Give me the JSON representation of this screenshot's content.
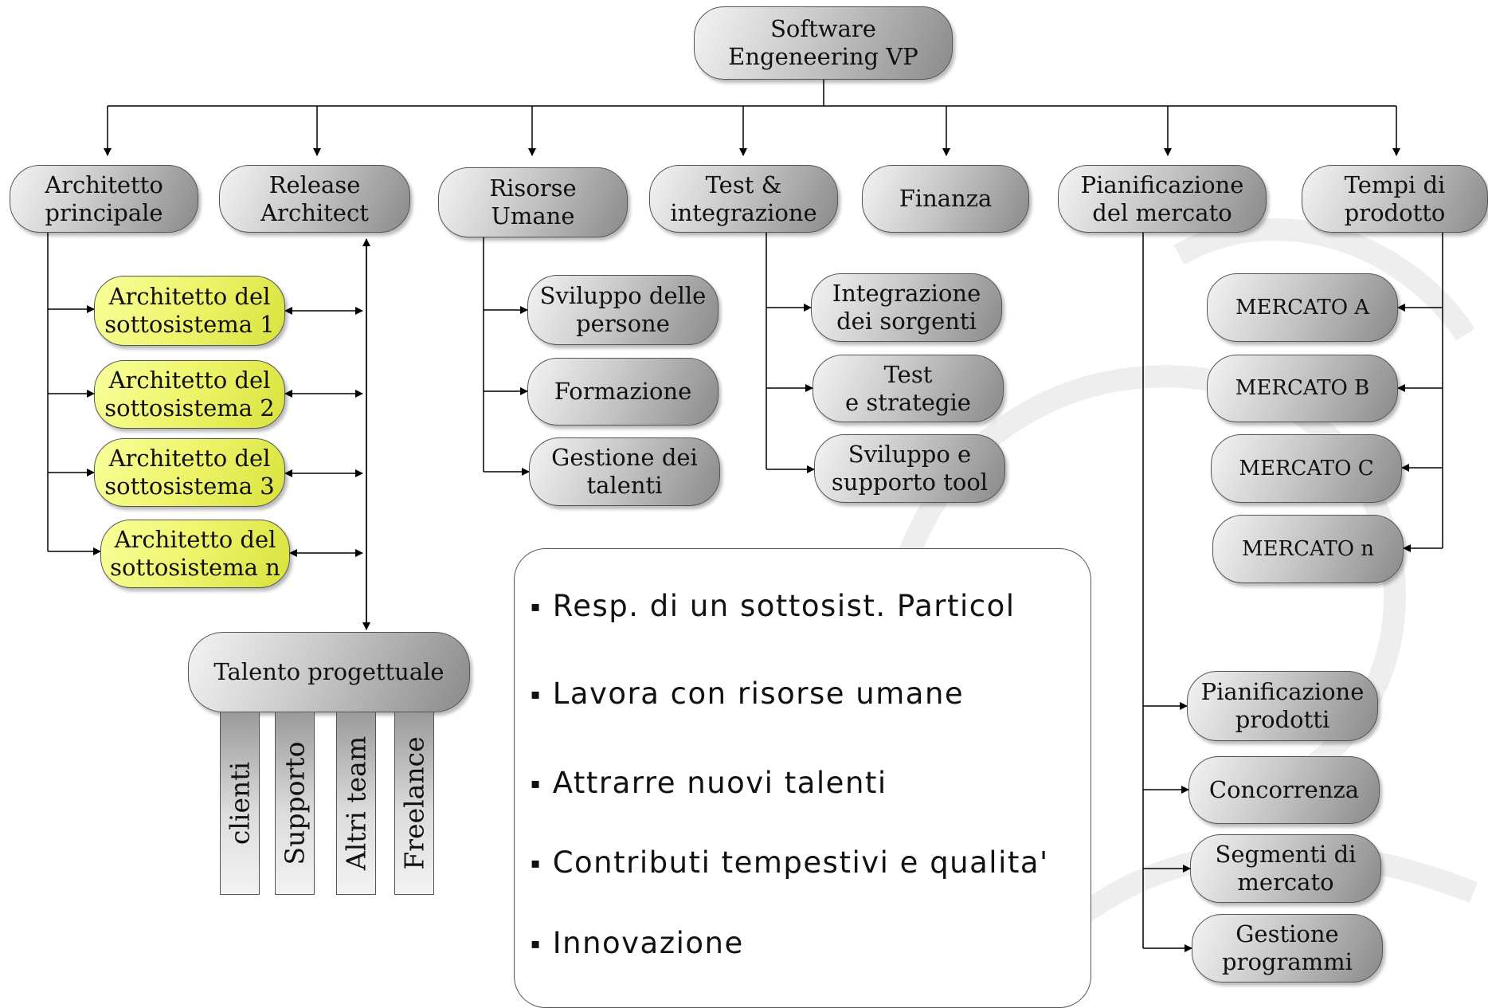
{
  "root": "Software\nEngeneering VP",
  "departments": {
    "chief_architect": "Architetto\nprincipale",
    "release_architect": "Release\nArchitect",
    "hr": "Risorse\nUmane",
    "test": "Test &\nintegrazione",
    "finance": "Finanza",
    "market_planning": "Pianificazione\ndel mercato",
    "product_times": "Tempi di\nprodotto"
  },
  "subsystem_architects": [
    "Architetto del\nsottosistema 1",
    "Architetto del\nsottosistema 2",
    "Architetto del\nsottosistema 3",
    "Architetto del\nsottosistema n"
  ],
  "hr_children": [
    "Sviluppo delle\npersone",
    "Formazione",
    "Gestione dei\ntalenti"
  ],
  "test_children": [
    "Integrazione\ndei sorgenti",
    "Test\ne strategie",
    "Sviluppo e\nsupporto tool"
  ],
  "markets": [
    "MERCATO A",
    "MERCATO B",
    "MERCATO C",
    "MERCATO n"
  ],
  "market_planning_children": [
    "Pianificazione\nprodotti",
    "Concorrenza",
    "Segmenti di\nmercato",
    "Gestione\nprogrammi"
  ],
  "talent_pool": "Talento progettuale",
  "talent_sources": [
    "clienti",
    "Supporto",
    "Altri team",
    "Freelance"
  ],
  "notes": [
    "Resp. di un sottosist. Particol",
    "Lavora con risorse umane",
    "Attrarre nuovi talenti",
    "Contributi tempestivi e qualita'",
    "Innovazione"
  ]
}
